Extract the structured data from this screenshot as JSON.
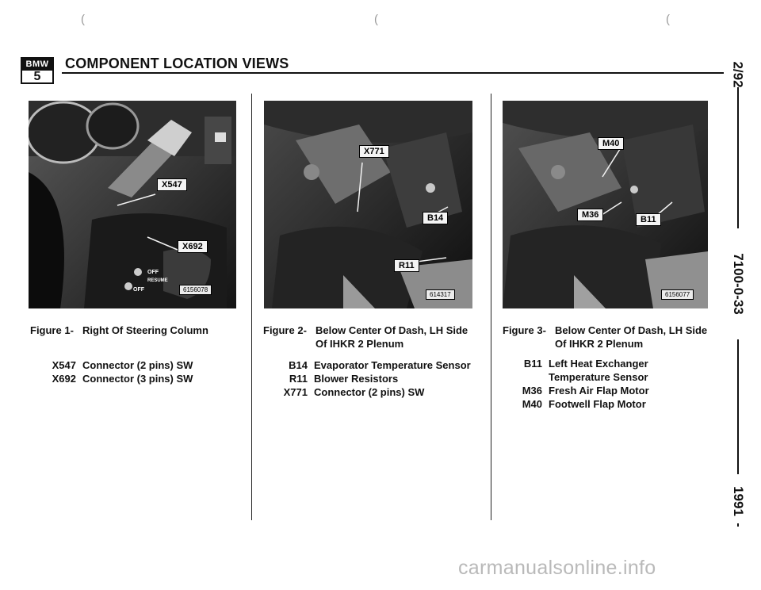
{
  "header": {
    "logo_top": "BMW",
    "logo_bottom": "5",
    "title": "COMPONENT LOCATION VIEWS"
  },
  "side": {
    "date": "2/92",
    "page": "7100-0-33",
    "year": "1991"
  },
  "figures": [
    {
      "label": "Figure 1-",
      "title": "Right Of Steering Column",
      "title2": "",
      "photo_id": "6156078",
      "callouts": [
        "X547",
        "X692"
      ],
      "photo_text": [
        "OFF",
        "RESUME",
        "OFF"
      ],
      "items": [
        {
          "code": "X547",
          "desc": "Connector (2 pins) SW"
        },
        {
          "code": "X692",
          "desc": "Connector (3 pins) SW"
        }
      ]
    },
    {
      "label": "Figure 2-",
      "title": "Below Center Of Dash, LH Side",
      "title2": "Of IHKR 2 Plenum",
      "photo_id": "614317",
      "callouts": [
        "X771",
        "B14",
        "R11"
      ],
      "items": [
        {
          "code": "B14",
          "desc": "Evaporator Temperature Sensor"
        },
        {
          "code": "R11",
          "desc": "Blower Resistors"
        },
        {
          "code": "X771",
          "desc": "Connector (2 pins) SW"
        }
      ]
    },
    {
      "label": "Figure 3-",
      "title": "Below Center Of Dash, LH Side",
      "title2": "Of IHKR 2 Plenum",
      "photo_id": "6156077",
      "callouts": [
        "M40",
        "M36",
        "B11"
      ],
      "items": [
        {
          "code": "B11",
          "desc": "Left Heat Exchanger"
        },
        {
          "code": "",
          "desc": "Temperature Sensor"
        },
        {
          "code": "M36",
          "desc": "Fresh Air Flap Motor"
        },
        {
          "code": "M40",
          "desc": "Footwell Flap Motor"
        }
      ]
    }
  ],
  "watermark": "carmanualsonline.info"
}
